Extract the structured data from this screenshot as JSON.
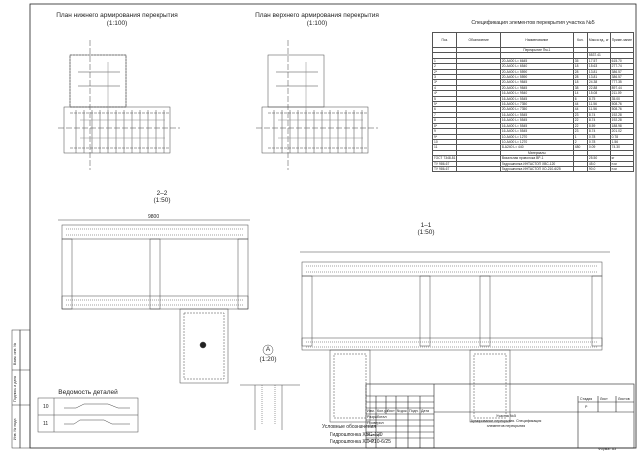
{
  "plans": {
    "lower_title": "План нижнего армирования перекрытия",
    "lower_scale": "(1:100)",
    "upper_title": "План верхнего армирования перекрытия",
    "upper_scale": "(1:100)"
  },
  "sections": {
    "s22_title": "2–2",
    "s22_scale": "(1:50)",
    "s11_title": "1–1",
    "s11_scale": "(1:50)",
    "nodeA_title": "A",
    "nodeA_scale": "(1:20)",
    "dim_total": "9800"
  },
  "spec": {
    "title": "Спецификация элементов перекрытия участка №5",
    "headers": [
      "Поз.",
      "Обозначение",
      "Наименование",
      "Кол.",
      "Масса ед., кг",
      "Приме-чание"
    ],
    "section_rebar": "Перекрытие Пм-1",
    "rows": [
      [
        "",
        "",
        "",
        "",
        "",
        "5537.41"
      ],
      [
        "1",
        "",
        "20-А400",
        "L= 6645",
        "35",
        "17.57",
        "615.70"
      ],
      [
        "2",
        "",
        "20-А400",
        "L= 6540",
        "18",
        "15.63",
        "277.74"
      ],
      [
        "2*",
        "",
        "20-А400",
        "L= 5590",
        "28",
        "13.81",
        "386.57"
      ],
      [
        "3",
        "",
        "20-А400",
        "L= 5590",
        "28",
        "13.81",
        "386.57"
      ],
      [
        "3*",
        "",
        "20-А400",
        "L= 9845",
        "18",
        "24.38",
        "777.35"
      ],
      [
        "4",
        "",
        "20-А400",
        "L= 9845",
        "38",
        "22.88",
        "897.44"
      ],
      [
        "4*",
        "",
        "16-А400",
        "L= 9540",
        "14",
        "15.08",
        "211.09"
      ],
      [
        "5",
        "",
        "16-А400",
        "L= 5545",
        "6",
        "8.75",
        "35.00"
      ],
      [
        "5*",
        "",
        "16-А400",
        "L= 7350",
        "44",
        "11.56",
        "508.76"
      ],
      [
        "6",
        "",
        "20-А400",
        "L= 7350",
        "44",
        "11.56",
        "508.76"
      ],
      [
        "7",
        "",
        "16-А400",
        "L= 5545",
        "23",
        "8.74",
        "192.28"
      ],
      [
        "8",
        "",
        "16-А400",
        "L= 5545",
        "22",
        "8.74",
        "192.28"
      ],
      [
        "8*",
        "",
        "16-А400",
        "L= 5545",
        "22",
        "8.59",
        "188.98"
      ],
      [
        "9",
        "",
        "16-А400",
        "L= 5545",
        "23",
        "8.74",
        "201.02"
      ],
      [
        "9*",
        "",
        "10-А400",
        "L= 1270",
        "1",
        "0.78",
        "0.78"
      ],
      [
        "10",
        "",
        "10-А400",
        "L= 1270",
        "2",
        "0.78",
        "1.56"
      ],
      [
        "11",
        "",
        "8-А240",
        "L= 440",
        "480",
        "0.09",
        "74.30"
      ]
    ],
    "section_materials": "Материалы",
    "materials": [
      [
        "ГОСТ 7348-81",
        "Вязальная проволока ВР-1",
        "",
        "25.50",
        "кг"
      ],
      [
        "ТУ 986-67",
        "Гидрошпонка ИНТАСТОП ХВС-120",
        "",
        "45.0",
        "п.м"
      ],
      [
        "ТУ 986-67",
        "Гидрошпонка ИНТАСТОП ХО-210-6/25",
        "",
        "90.0",
        "п.м"
      ]
    ]
  },
  "details": {
    "title": "Ведомость деталей",
    "row1": "10",
    "row2": "11",
    "legend_title": "Условные обозначения",
    "legend1": "Гидрошпонка ХВС-120",
    "legend2": "Гидрошпонка ХО-210-6/25"
  },
  "stamp": {
    "line1": "Участок №5",
    "line2": "Армирование перекрытия. Спецификация",
    "line3": "элементов перекрытия",
    "stage_hdr": "Стадия",
    "sheet_hdr": "Лист",
    "sheets_hdr": "Листов",
    "stage": "Р",
    "format": "Формат А3",
    "cols": [
      "Изм.",
      "Кол.уч",
      "Лист",
      "№док.",
      "Подп.",
      "Дата"
    ],
    "roles": [
      "Разработал",
      "Проверил",
      "",
      "Н.контр.",
      "ГИП"
    ]
  },
  "side_stamp": [
    "Взам. инв. №",
    "Подпись и дата",
    "Инв. № подл."
  ]
}
